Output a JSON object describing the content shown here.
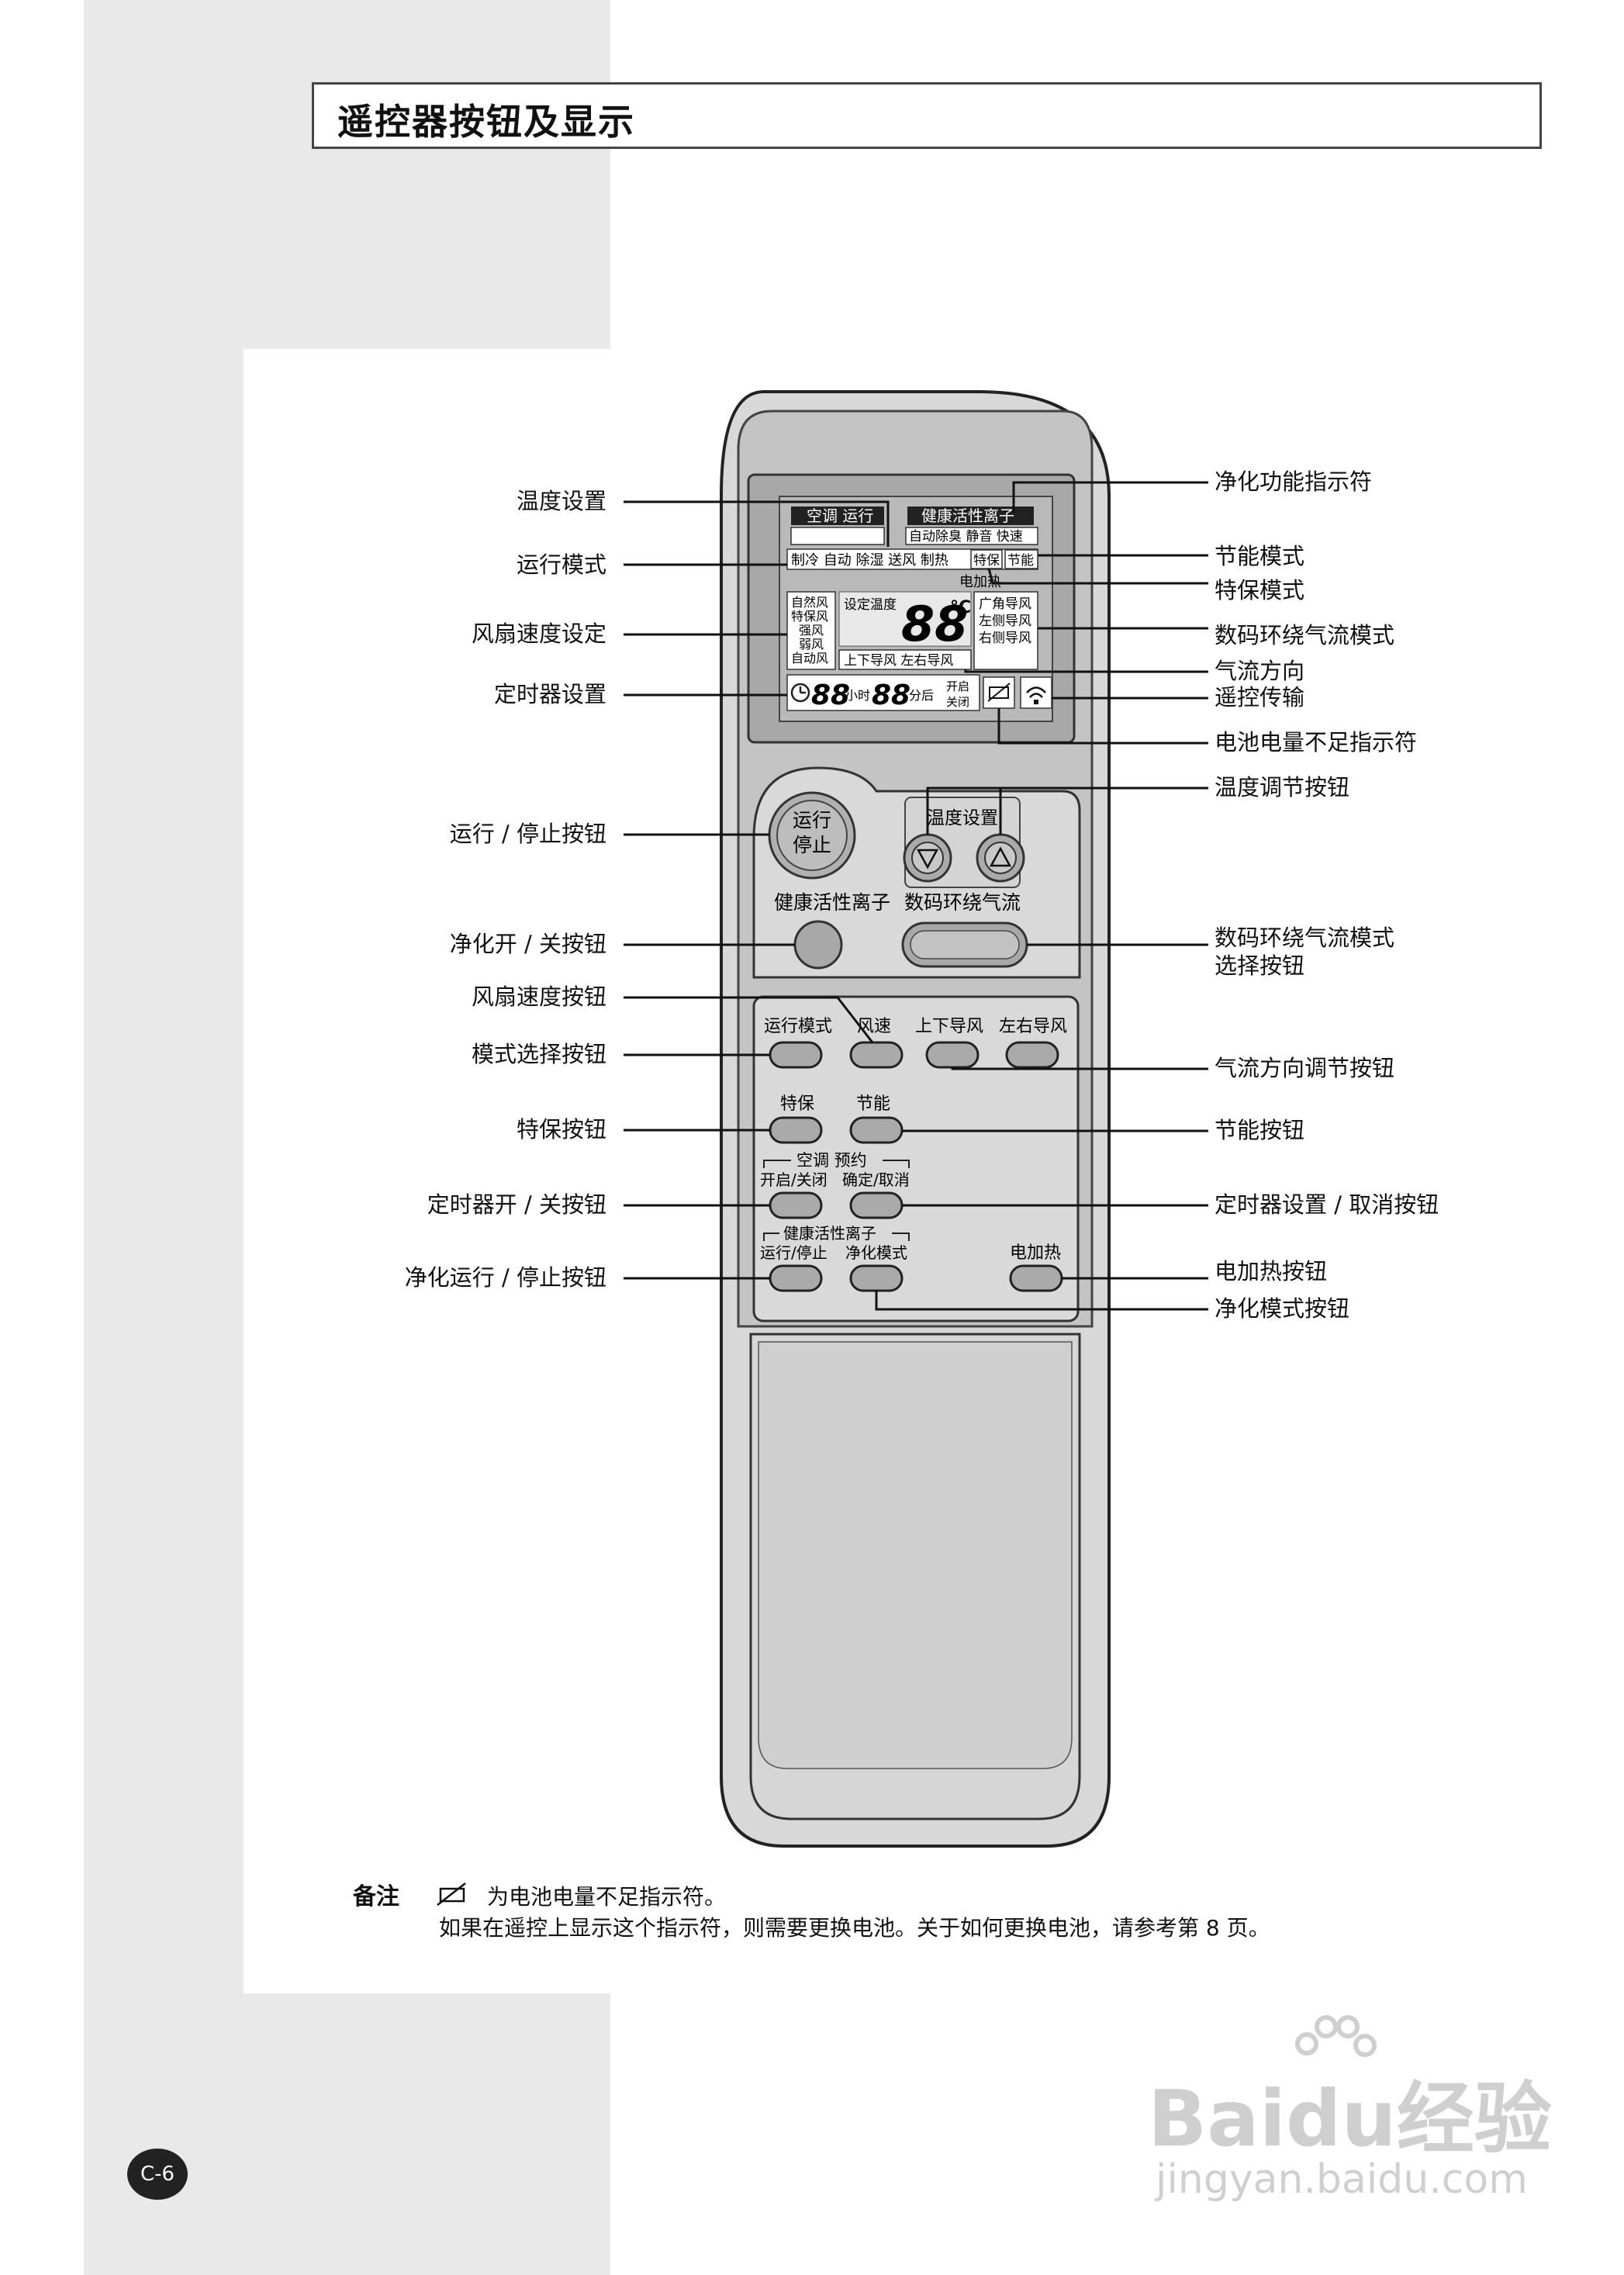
{
  "title": "遥控器按钮及显示",
  "left_labels": [
    {
      "text": "温度设置"
    },
    {
      "text": "运行模式"
    },
    {
      "text": "风扇速度设定"
    },
    {
      "text": "定时器设置"
    },
    {
      "text": "运行 / 停止按钮"
    },
    {
      "text": "净化开 / 关按钮"
    },
    {
      "text": "风扇速度按钮"
    },
    {
      "text": "模式选择按钮"
    },
    {
      "text": "特保按钮"
    },
    {
      "text": "定时器开 / 关按钮"
    },
    {
      "text": "净化运行 / 停止按钮"
    }
  ],
  "right_labels": [
    {
      "text": "净化功能指示符"
    },
    {
      "text": "节能模式"
    },
    {
      "text": "特保模式"
    },
    {
      "text": "数码环绕气流模式"
    },
    {
      "text": "气流方向"
    },
    {
      "text": "遥控传输"
    },
    {
      "text": "电池电量不足指示符"
    },
    {
      "text": "温度调节按钮"
    },
    {
      "text": "数码环绕气流模式"
    },
    {
      "text": "选择按钮"
    },
    {
      "text": "气流方向调节按钮"
    },
    {
      "text": "节能按钮"
    },
    {
      "text": "定时器设置 / 取消按钮"
    },
    {
      "text": "电加热按钮"
    },
    {
      "text": "净化模式按钮"
    }
  ],
  "display": {
    "ac_run": "空调 运行",
    "health_ion": "健康活性离子",
    "ion_modes": "自动除臭 静音 快速",
    "modes": "制冷 自动 除湿 送风 制热",
    "special": "特保",
    "eco": "节能",
    "heater": "电加热",
    "fan_speeds": [
      "自然风",
      "特保风",
      "强风",
      "弱风",
      "自动风"
    ],
    "set_temp": "设定温度",
    "temp_digits": "88",
    "temp_unit": "°C",
    "surround": [
      "广角导风",
      "左侧导风",
      "右侧导风"
    ],
    "airflow": "上下导风 左右导风",
    "timer_digits": "88",
    "hour": "小时",
    "min_digits": "88",
    "min_after": "分后",
    "on": "开启",
    "off": "关闭"
  },
  "buttons": {
    "power": [
      "运行",
      "停止"
    ],
    "temp_set": "温度设置",
    "health_ion": "健康活性离子",
    "digital_surround": "数码环绕气流",
    "mode": "运行模式",
    "fan": "风速",
    "updown": "上下导风",
    "leftright": "左右导风",
    "special": "特保",
    "eco": "节能",
    "ac_reserve": "空调 预约",
    "on_off": "开启/关闭",
    "confirm_cancel": "确定/取消",
    "health_ion2": "健康活性离子",
    "run_stop": "运行/停止",
    "purify_mode": "净化模式",
    "heater": "电加热"
  },
  "note": {
    "head": "备注",
    "line1": "为电池电量不足指示符。",
    "line2": "如果在遥控上显示这个指示符，则需要更换电池。关于如何更换电池，请参考第 8 页。"
  },
  "page_number": "C-6",
  "watermark": {
    "brand": "Baidu经验",
    "url": "jingyan.baidu.com"
  }
}
